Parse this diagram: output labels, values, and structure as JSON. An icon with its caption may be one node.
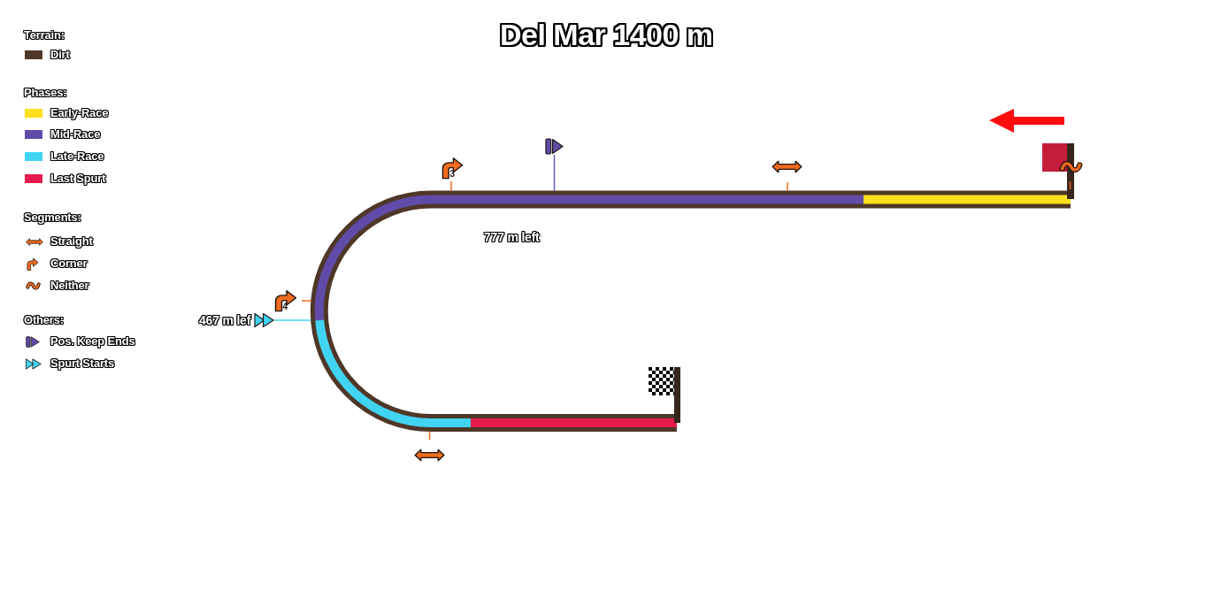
{
  "diagram": {
    "title": "Del Mar 1400 m",
    "nodes": [
      {
        "text": [],
        "shape": "picture"
      },
      {
        "text": [],
        "shape": "picture",
        "beside": [
          "467 m lef"
        ]
      }
    ],
    "edges": [
      {
        "from": 0,
        "to": null,
        "arrow": "none",
        "color": "#6b55b5"
      },
      {
        "from": 1,
        "to": null,
        "arrow": "none",
        "color": "#41d4f2"
      }
    ],
    "labels": [
      "Terrain:",
      "Phases:",
      "Segments:",
      "Others:",
      "3",
      "777 m left",
      "4"
    ],
    "legend": [
      {
        "text": "Dirt",
        "color": "#4f3727"
      },
      {
        "text": "Early-Race",
        "color": "#ffe01b"
      },
      {
        "text": "Mid-Race",
        "color": "#604ca8"
      },
      {
        "text": "Late-Race",
        "color": "#41d4f2"
      },
      {
        "text": "Last Spurt",
        "color": "#e61b4d"
      },
      {
        "text": "Straight"
      },
      {
        "text": "Corner"
      },
      {
        "text": "Neither"
      },
      {
        "text": "Pos. Keep Ends"
      },
      {
        "text": "Spurt Starts"
      }
    ]
  }
}
